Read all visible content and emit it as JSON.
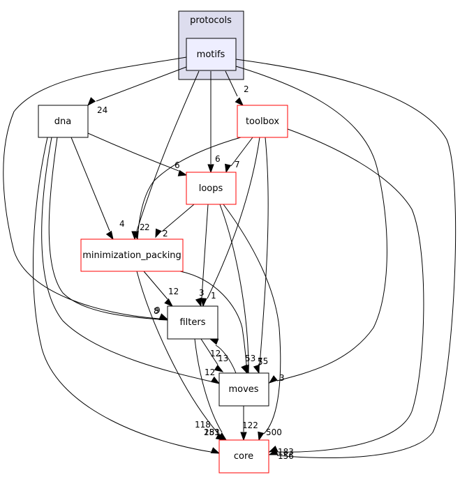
{
  "cluster": {
    "label": "protocols"
  },
  "nodes": {
    "motifs": {
      "label": "motifs"
    },
    "dna": {
      "label": "dna"
    },
    "toolbox": {
      "label": "toolbox"
    },
    "loops": {
      "label": "loops"
    },
    "minimization_packing": {
      "label": "minimization_packing"
    },
    "filters": {
      "label": "filters"
    },
    "moves": {
      "label": "moves"
    },
    "core": {
      "label": "core"
    }
  },
  "edges": [
    {
      "id": "motifs-dna",
      "from": "motifs",
      "to": "dna",
      "count": "24"
    },
    {
      "id": "motifs-toolbox",
      "from": "motifs",
      "to": "toolbox",
      "count": "2"
    },
    {
      "id": "motifs-loops",
      "from": "motifs",
      "to": "loops",
      "count": "6"
    },
    {
      "id": "motifs-minimization_packing",
      "from": "motifs",
      "to": "minimization_packing",
      "count": "2"
    },
    {
      "id": "motifs-filters",
      "from": "motifs",
      "to": "filters",
      "count": "8"
    },
    {
      "id": "motifs-moves",
      "from": "motifs",
      "to": "moves",
      "count": "3"
    },
    {
      "id": "motifs-core",
      "from": "motifs",
      "to": "core",
      "count": "183"
    },
    {
      "id": "dna-loops",
      "from": "dna",
      "to": "loops",
      "count": "6"
    },
    {
      "id": "dna-minimization_packing",
      "from": "dna",
      "to": "minimization_packing",
      "count": "4"
    },
    {
      "id": "dna-filters",
      "from": "dna",
      "to": "filters",
      "count": "9"
    },
    {
      "id": "dna-moves",
      "from": "dna",
      "to": "moves",
      "count": "12"
    },
    {
      "id": "dna-core",
      "from": "dna",
      "to": "core",
      "count": "181"
    },
    {
      "id": "toolbox-loops",
      "from": "toolbox",
      "to": "loops",
      "count": "7"
    },
    {
      "id": "toolbox-minimization_packing",
      "from": "toolbox",
      "to": "minimization_packing",
      "count": "2"
    },
    {
      "id": "toolbox-filters",
      "from": "toolbox",
      "to": "filters",
      "count": "1"
    },
    {
      "id": "toolbox-moves",
      "from": "toolbox",
      "to": "moves",
      "count": "75"
    },
    {
      "id": "toolbox-core",
      "from": "toolbox",
      "to": "core",
      "count": "156"
    },
    {
      "id": "loops-minimization_packing",
      "from": "loops",
      "to": "minimization_packing",
      "count": "2"
    },
    {
      "id": "loops-filters",
      "from": "loops",
      "to": "filters",
      "count": "3"
    },
    {
      "id": "loops-moves",
      "from": "loops",
      "to": "moves",
      "count": "53"
    },
    {
      "id": "loops-core",
      "from": "loops",
      "to": "core",
      "count": "500"
    },
    {
      "id": "minimization_packing-filters",
      "from": "minimization_packing",
      "to": "filters",
      "count": "12"
    },
    {
      "id": "minimization_packing-moves",
      "from": "minimization_packing",
      "to": "moves",
      "count": "5"
    },
    {
      "id": "minimization_packing-core",
      "from": "minimization_packing",
      "to": "core",
      "count": "118"
    },
    {
      "id": "filters-moves",
      "from": "filters",
      "to": "moves",
      "count": "13"
    },
    {
      "id": "filters-core",
      "from": "filters",
      "to": "core",
      "count": "253"
    },
    {
      "id": "moves-filters",
      "from": "moves",
      "to": "filters",
      "count": "12"
    },
    {
      "id": "moves-core",
      "from": "moves",
      "to": "core",
      "count": "122"
    }
  ]
}
